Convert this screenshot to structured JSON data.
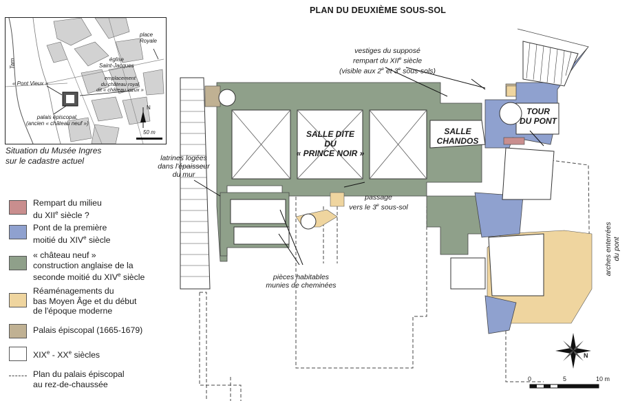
{
  "title": "PLAN DU DEUXIÈME SOUS-SOL",
  "inset": {
    "caption_line1": "Situation du Musée Ingres",
    "caption_line2": "sur le cadastre actuel",
    "labels": {
      "place_royale_1": "place",
      "place_royale_2": "Royale",
      "eglise_1": "église",
      "eglise_2": "Saint-Jacques",
      "emplacement_1": "emplacement",
      "emplacement_2": "du château royal",
      "emplacement_3": "dit « château vieux »",
      "tarn": "Tarn",
      "pont_vieux": "« Pont Vieux »",
      "palais_1": "palais épiscopal,",
      "palais_2": "(ancien « château neuf »)",
      "north": "N",
      "scale": "50 m"
    }
  },
  "legend": [
    {
      "color": "#c98e8e",
      "line1": "Rempart du milieu",
      "line2": "du XIIe siècle ?"
    },
    {
      "color": "#8fa1cf",
      "line1": "Pont de la première",
      "line2": "moitié du XIVe siècle"
    },
    {
      "color": "#8fa08a",
      "line1": "« château neuf »",
      "line2": "construction anglaise de la",
      "line3": "seconde moitié du XIVe siècle"
    },
    {
      "color": "#efd59f",
      "line1": "Réaménagements du",
      "line2": "bas Moyen Âge et du début",
      "line3": "de l'époque moderne"
    },
    {
      "color": "#c0b193",
      "line1": "Palais épiscopal (1665-1679)"
    },
    {
      "color": "#ffffff",
      "line1": "XIXe - XXe siècles"
    },
    {
      "dashed": true,
      "line1": "Plan du palais épiscopal",
      "line2": "au rez-de-chaussée"
    }
  ],
  "rooms": {
    "prince_noir_1": "SALLE DITE",
    "prince_noir_2": "DU",
    "prince_noir_3": "« PRINCE NOIR »",
    "chandos_1": "SALLE",
    "chandos_2": "CHANDOS",
    "tour_1": "TOUR",
    "tour_2": "DU PONT"
  },
  "annotations": {
    "vestiges_1": "vestiges du supposé",
    "vestiges_2": "rempart du XIIe siècle",
    "vestiges_3": "(visible aux 2e et 3e sous-sols)",
    "latrines_1": "latrines logées",
    "latrines_2": "dans l'épaisseur",
    "latrines_3": "du mur",
    "passage_1": "passage",
    "passage_2": "vers le 3e sous-sol",
    "pieces_1": "pièces habitables",
    "pieces_2": "munies de cheminées",
    "arches_1": "arches enterrées",
    "arches_2": "du pont"
  },
  "compass": {
    "north": "N"
  },
  "scale_bar": {
    "ticks": [
      "0",
      "5",
      "10 m"
    ]
  }
}
